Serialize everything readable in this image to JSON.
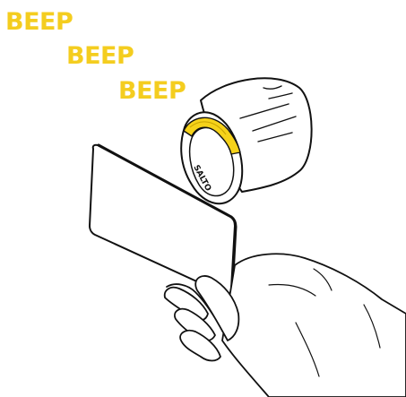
{
  "sounds": [
    {
      "label": "BEEP"
    },
    {
      "label": "BEEP"
    },
    {
      "label": "BEEP"
    }
  ],
  "reader": {
    "brand": "SALTO"
  },
  "colors": {
    "beep_text": "#f4cd1f",
    "led_ring": "#f6d21a",
    "outline": "#111111",
    "fill": "#ffffff"
  },
  "icons": {
    "lock_cylinder": "electronic-lock-cylinder-icon",
    "card": "access-card-icon",
    "hand": "hand-icon"
  }
}
